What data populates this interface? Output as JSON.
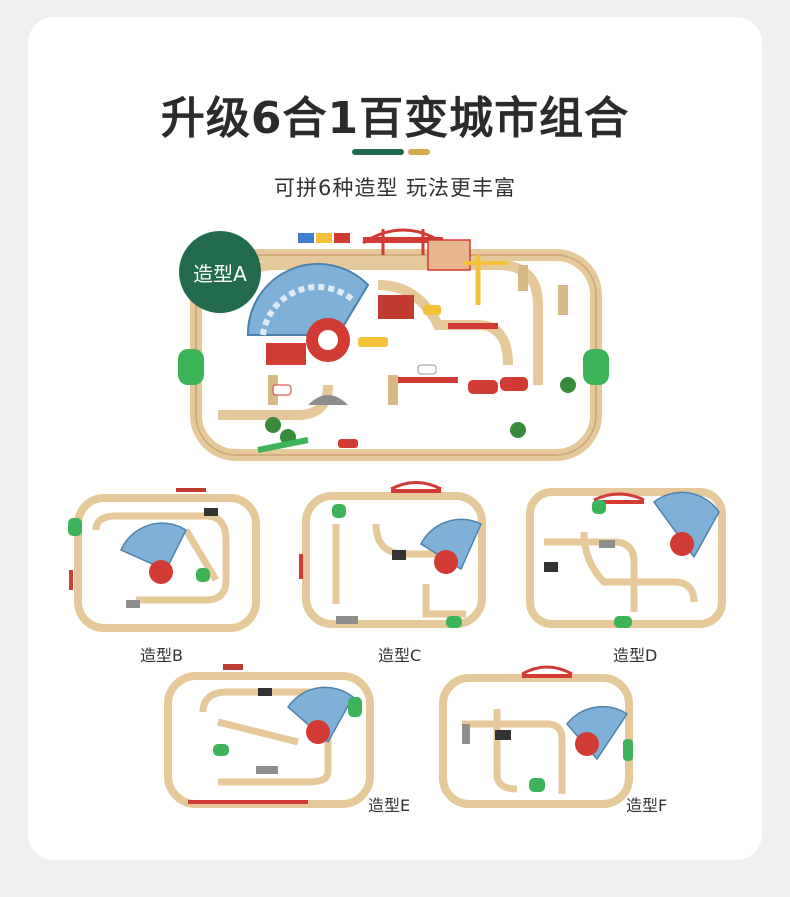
{
  "title": "升级6合1百变城市组合",
  "subtitle": "可拼6种造型 玩法更丰富",
  "colors": {
    "accent_green": "#236b4e",
    "accent_gold": "#d7a84a",
    "track_wood": "#e6c99b",
    "track_dark": "#c9a676",
    "turntable_blue": "#7fb0d8",
    "bridge_red": "#d23a34",
    "tunnel_green": "#3db35a"
  },
  "main_layout": {
    "badge": "造型A"
  },
  "layouts": [
    {
      "label": "造型B"
    },
    {
      "label": "造型C"
    },
    {
      "label": "造型D"
    },
    {
      "label": "造型E"
    },
    {
      "label": "造型F"
    }
  ]
}
